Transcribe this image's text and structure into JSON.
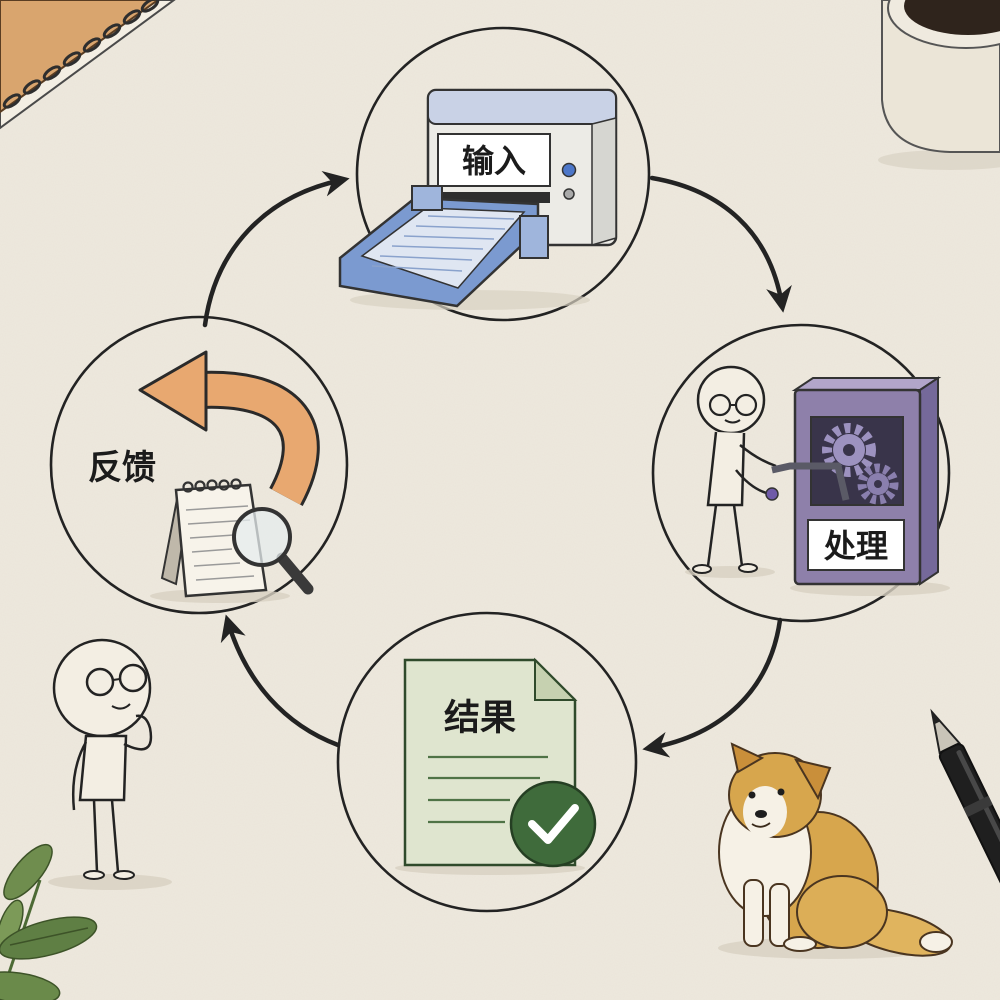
{
  "diagram": {
    "nodes": [
      {
        "label": "输入",
        "icon": "printer-icon"
      },
      {
        "label": "处理",
        "icon": "machine-gears-icon"
      },
      {
        "label": "结果",
        "icon": "document-check-icon"
      },
      {
        "label": "反馈",
        "icon": "notepad-magnifier-icon"
      }
    ],
    "edges": [
      [
        0,
        1
      ],
      [
        1,
        2
      ],
      [
        2,
        3
      ],
      [
        3,
        0
      ]
    ]
  },
  "decorations": [
    "notebook-icon",
    "coffee-cup-icon",
    "pen-icon",
    "plant-icon",
    "stick-figure-icon",
    "dog-icon"
  ],
  "colors": {
    "background": "#eee9de",
    "ink": "#232323",
    "printer_blue": "#7b9ad0",
    "machine_purple": "#8e80aa",
    "document_green": "#dfe5cf",
    "check_green": "#3f6b3b",
    "feedback_orange": "#e8a870",
    "notebook_tan": "#d9a56e",
    "dog_gold": "#d7a64d"
  }
}
